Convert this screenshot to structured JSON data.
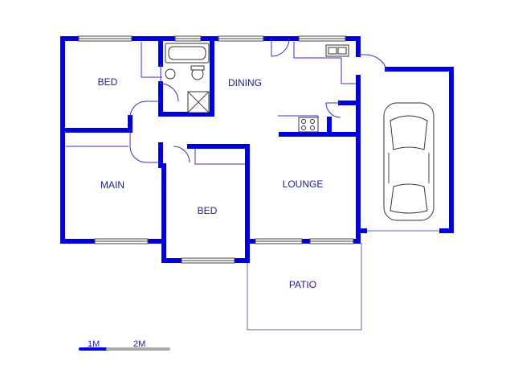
{
  "rooms": {
    "bed1": "BED",
    "dining": "DINING",
    "main": "MAIN",
    "lounge": "LOUNGE",
    "bed2": "BED",
    "patio": "PATIO"
  },
  "scale": {
    "label_1": "1M",
    "label_2": "2M"
  },
  "colors": {
    "wall": "#0000dd",
    "label": "#1a1a99",
    "scale_gray": "#aaaaaa"
  }
}
